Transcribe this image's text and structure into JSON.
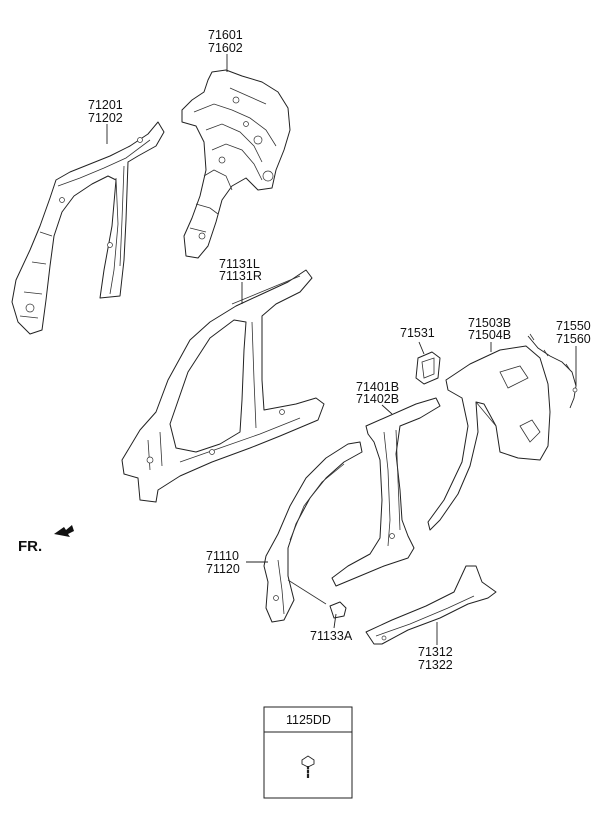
{
  "labels": {
    "p71601": "71601",
    "p71602": "71602",
    "p71201": "71201",
    "p71202": "71202",
    "p71131L": "71131L",
    "p71131R": "71131R",
    "p71531": "71531",
    "p71503B": "71503B",
    "p71504B": "71504B",
    "p71550": "71550",
    "p71560": "71560",
    "p71401B": "71401B",
    "p71402B": "71402B",
    "p71110": "71110",
    "p71120": "71120",
    "p71133A": "71133A",
    "p71312": "71312",
    "p71322": "71322",
    "fr": "FR.",
    "fastener": "1125DD"
  }
}
